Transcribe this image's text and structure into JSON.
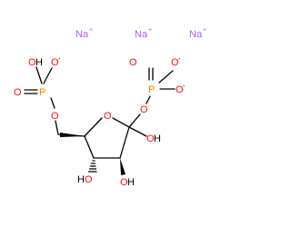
{
  "molecule": {
    "colors": {
      "carbon_bond": "#000000",
      "oxygen": "#ff0d0d",
      "phosphorus": "#ff8000",
      "sodium": "#ab5cf2",
      "hydrogen_label": "#000000"
    },
    "counter_ions": [
      {
        "element": "Na",
        "charge": "+"
      },
      {
        "element": "Na",
        "charge": "+"
      },
      {
        "element": "Na",
        "charge": "+"
      }
    ],
    "atoms": {
      "p_left": "P",
      "o_left_oh_o": "O",
      "o_left_oh_h": "H",
      "o_left_minus": "O",
      "o_left_minus_charge": "-",
      "o_left_double": "O",
      "o_left_bridge": "O",
      "p_right": "P",
      "o_right_double": "O",
      "o_right_top": "O",
      "o_right_top_charge": "-",
      "o_right_minus": "O",
      "o_right_minus_charge": "-",
      "o_right_bridge": "O",
      "o_ring": "O",
      "oh_c2_o": "O",
      "oh_c2_h": "H",
      "oh_c3_h": "H",
      "oh_c3_o": "O",
      "oh_c4_o": "O",
      "oh_c4_h": "H"
    }
  }
}
